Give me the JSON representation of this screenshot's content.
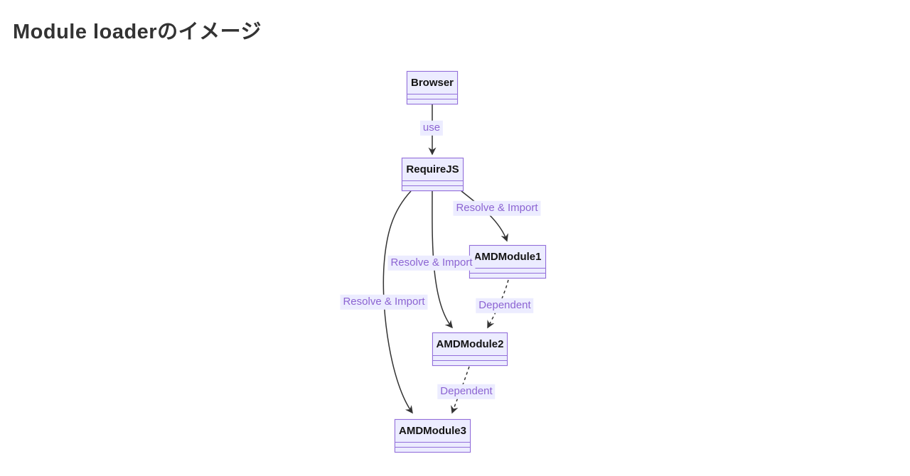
{
  "page": {
    "title": "Module loaderのイメージ"
  },
  "diagram": {
    "type": "class-diagram",
    "colors": {
      "node_fill": "#ECECFF",
      "node_border": "#9370DB",
      "edge_line": "#333333",
      "edge_label_text": "#8C64D2",
      "edge_label_bg": "#ECECFF",
      "title_text": "#333333"
    },
    "nodes": [
      {
        "id": "browser",
        "label": "Browser"
      },
      {
        "id": "requirejs",
        "label": "RequireJS"
      },
      {
        "id": "amdmodule1",
        "label": "AMDModule1"
      },
      {
        "id": "amdmodule2",
        "label": "AMDModule2"
      },
      {
        "id": "amdmodule3",
        "label": "AMDModule3"
      }
    ],
    "edges": [
      {
        "from": "Browser",
        "to": "RequireJS",
        "label": "use",
        "style": "solid"
      },
      {
        "from": "RequireJS",
        "to": "AMDModule1",
        "label": "Resolve & Import",
        "style": "solid"
      },
      {
        "from": "RequireJS",
        "to": "AMDModule2",
        "label": "Resolve & Import",
        "style": "solid"
      },
      {
        "from": "RequireJS",
        "to": "AMDModule3",
        "label": "Resolve & Import",
        "style": "solid"
      },
      {
        "from": "AMDModule1",
        "to": "AMDModule2",
        "label": "Dependent",
        "style": "dashed"
      },
      {
        "from": "AMDModule2",
        "to": "AMDModule3",
        "label": "Dependent",
        "style": "dashed"
      }
    ]
  }
}
